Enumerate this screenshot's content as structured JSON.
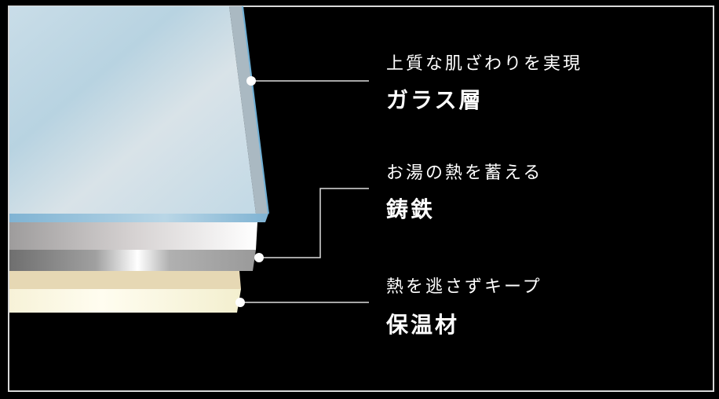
{
  "layers": [
    {
      "subtitle": "上質な肌ざわりを実現",
      "title": "ガラス層"
    },
    {
      "subtitle": "お湯の熱を蓄える",
      "title": "鋳鉄"
    },
    {
      "subtitle": "熱を逃さずキープ",
      "title": "保温材"
    }
  ],
  "colors": {
    "background": "#000000",
    "glass": "#b9d4e2",
    "iron": "#a9a9a9",
    "insulation": "#efe3c2"
  }
}
